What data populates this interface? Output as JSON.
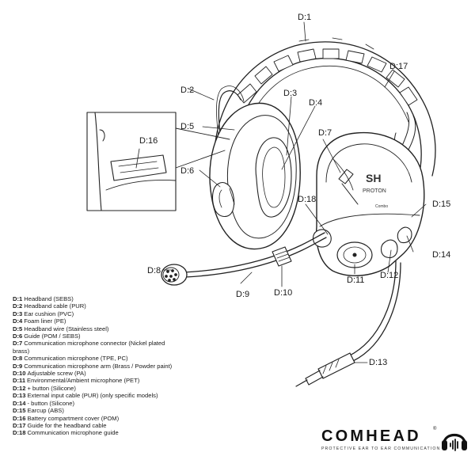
{
  "callouts": {
    "d1": "D:1",
    "d2": "D:2",
    "d3": "D:3",
    "d4": "D:4",
    "d5": "D:5",
    "d6": "D:6",
    "d7": "D:7",
    "d8": "D:8",
    "d9": "D:9",
    "d10": "D:10",
    "d11": "D:11",
    "d12": "D:12",
    "d13": "D:13",
    "d14": "D:14",
    "d15": "D:15",
    "d16": "D:16",
    "d17": "D:17",
    "d18": "D:18"
  },
  "legend": [
    {
      "code": "D:1",
      "text": "Headband (SEBS)"
    },
    {
      "code": "D:2",
      "text": "Headband cable (PUR)"
    },
    {
      "code": "D:3",
      "text": "Ear cushion (PVC)"
    },
    {
      "code": "D:4",
      "text": "Foam liner (PE)"
    },
    {
      "code": "D:5",
      "text": "Headband wire (Stainless steel)"
    },
    {
      "code": "D:6",
      "text": "Guide (POM / SEBS)"
    },
    {
      "code": "D:7",
      "text": "Communication microphone connector (Nickel plated",
      "cont": "brass)"
    },
    {
      "code": "D:8",
      "text": "Communication microphone (TPE, PC)"
    },
    {
      "code": "D:9",
      "text": "Communication microphone arm (Brass / Powder paint)"
    },
    {
      "code": "D:10",
      "text": "Adjustable screw (PA)"
    },
    {
      "code": "D:11",
      "text": "Environmental/Ambient microphone (PET)"
    },
    {
      "code": "D:12",
      "text": "+ button (Silicone)"
    },
    {
      "code": "D:13",
      "text": "External input cable (PUR) (only specific models)"
    },
    {
      "code": "D:14",
      "text": "- button (Silicone)"
    },
    {
      "code": "D:15",
      "text": "Earcup (ABS)"
    },
    {
      "code": "D:16",
      "text": "Battery compartment cover (POM)"
    },
    {
      "code": "D:17",
      "text": "Guide for the headband cable"
    },
    {
      "code": "D:18",
      "text": "Communication microphone guide"
    }
  ],
  "logo": {
    "name": "COMHEAD",
    "registered": "®",
    "tagline": "PROTECTIVE EAR TO EAR COMMUNICATION"
  },
  "device_label": {
    "line1": "SH",
    "line2": "PROTON",
    "line3": "Combo"
  }
}
